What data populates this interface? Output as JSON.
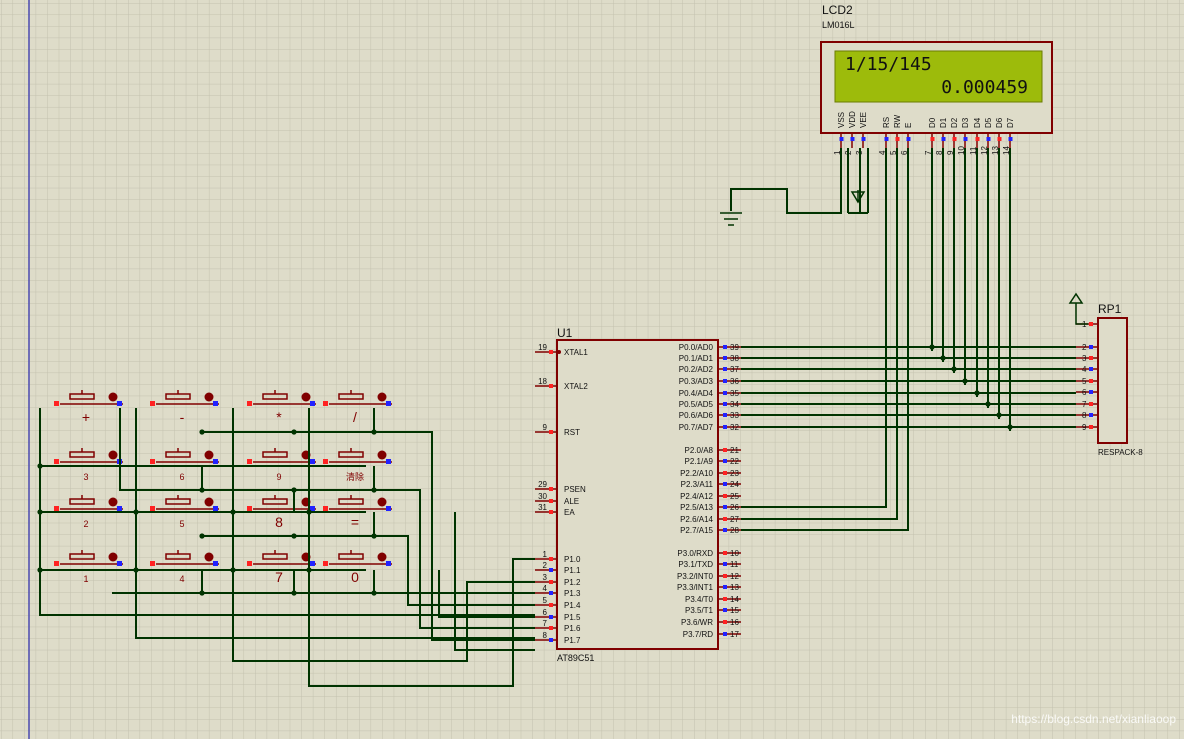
{
  "lcd": {
    "ref": "LCD2",
    "part": "LM016L",
    "line1": "1/15/145",
    "line2": "0.000459",
    "pin_names": [
      "VSS",
      "VDD",
      "VEE",
      "RS",
      "RW",
      "E",
      "D0",
      "D1",
      "D2",
      "D3",
      "D4",
      "D5",
      "D6",
      "D7"
    ],
    "pin_numbers": [
      "1",
      "2",
      "3",
      "4",
      "5",
      "6",
      "7",
      "8",
      "9",
      "10",
      "11",
      "12",
      "13",
      "14"
    ]
  },
  "mcu": {
    "ref": "U1",
    "part": "AT89C51",
    "left_pins": [
      {
        "num": "19",
        "name": "XTAL1"
      },
      {
        "num": "18",
        "name": "XTAL2"
      },
      {
        "num": "9",
        "name": "RST"
      },
      {
        "num": "29",
        "name": "PSEN"
      },
      {
        "num": "30",
        "name": "ALE"
      },
      {
        "num": "31",
        "name": "EA"
      },
      {
        "num": "1",
        "name": "P1.0"
      },
      {
        "num": "2",
        "name": "P1.1"
      },
      {
        "num": "3",
        "name": "P1.2"
      },
      {
        "num": "4",
        "name": "P1.3"
      },
      {
        "num": "5",
        "name": "P1.4"
      },
      {
        "num": "6",
        "name": "P1.5"
      },
      {
        "num": "7",
        "name": "P1.6"
      },
      {
        "num": "8",
        "name": "P1.7"
      }
    ],
    "right_pins": [
      {
        "num": "39",
        "name": "P0.0/AD0"
      },
      {
        "num": "38",
        "name": "P0.1/AD1"
      },
      {
        "num": "37",
        "name": "P0.2/AD2"
      },
      {
        "num": "36",
        "name": "P0.3/AD3"
      },
      {
        "num": "35",
        "name": "P0.4/AD4"
      },
      {
        "num": "34",
        "name": "P0.5/AD5"
      },
      {
        "num": "33",
        "name": "P0.6/AD6"
      },
      {
        "num": "32",
        "name": "P0.7/AD7"
      },
      {
        "num": "21",
        "name": "P2.0/A8"
      },
      {
        "num": "22",
        "name": "P2.1/A9"
      },
      {
        "num": "23",
        "name": "P2.2/A10"
      },
      {
        "num": "24",
        "name": "P2.3/A11"
      },
      {
        "num": "25",
        "name": "P2.4/A12"
      },
      {
        "num": "26",
        "name": "P2.5/A13"
      },
      {
        "num": "27",
        "name": "P2.6/A14"
      },
      {
        "num": "28",
        "name": "P2.7/A15"
      },
      {
        "num": "10",
        "name": "P3.0/RXD"
      },
      {
        "num": "11",
        "name": "P3.1/TXD"
      },
      {
        "num": "12",
        "name": "P3.2/INT0"
      },
      {
        "num": "13",
        "name": "P3.3/INT1"
      },
      {
        "num": "14",
        "name": "P3.4/T0"
      },
      {
        "num": "15",
        "name": "P3.5/T1"
      },
      {
        "num": "16",
        "name": "P3.6/WR"
      },
      {
        "num": "17",
        "name": "P3.7/RD"
      }
    ]
  },
  "respack": {
    "ref": "RP1",
    "part": "RESPACK-8",
    "pins": [
      "1",
      "2",
      "3",
      "4",
      "5",
      "6",
      "7",
      "8",
      "9"
    ]
  },
  "keypad": {
    "rows": [
      [
        "+",
        "-",
        "*",
        "/"
      ],
      [
        "3",
        "6",
        "9",
        "清除"
      ],
      [
        "2",
        "5",
        "8",
        "="
      ],
      [
        "1",
        "4",
        "7",
        "0"
      ]
    ]
  },
  "watermark": "https://blog.csdn.net/xianliaoop",
  "colors": {
    "background": "#dedcc9",
    "grid": "#c3c1ae",
    "wire": "#003300",
    "component": "#800000",
    "lcd_screen": "#9dbb0b",
    "pin_blue": "#2222ff",
    "pin_red": "#ff2222"
  }
}
